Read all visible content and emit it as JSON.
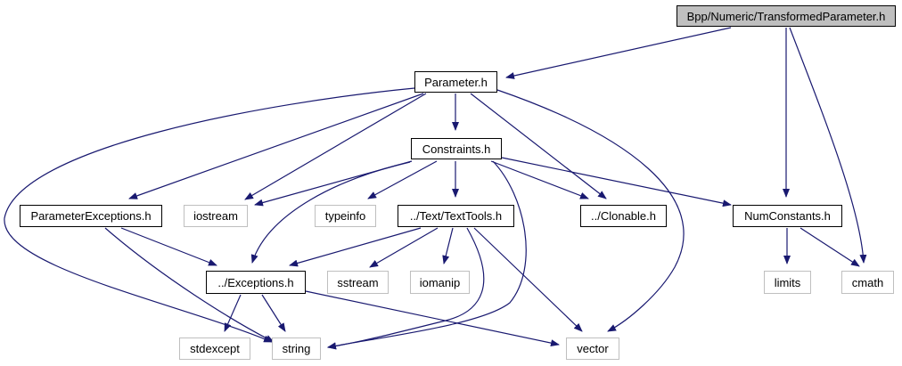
{
  "graph": {
    "title": "Bpp/Numeric/TransformedParameter.h",
    "edge_color": "#191970",
    "nodes": [
      {
        "id": "root",
        "label": "Bpp/Numeric/TransformedParameter.h",
        "kind": "root"
      },
      {
        "id": "parameter",
        "label": "Parameter.h",
        "kind": "proj"
      },
      {
        "id": "constraints",
        "label": "Constraints.h",
        "kind": "proj"
      },
      {
        "id": "paramexc",
        "label": "ParameterExceptions.h",
        "kind": "proj"
      },
      {
        "id": "iostream",
        "label": "iostream",
        "kind": "ext"
      },
      {
        "id": "typeinfo",
        "label": "typeinfo",
        "kind": "ext"
      },
      {
        "id": "texttools",
        "label": "../Text/TextTools.h",
        "kind": "proj"
      },
      {
        "id": "clonable",
        "label": "../Clonable.h",
        "kind": "proj"
      },
      {
        "id": "numconst",
        "label": "NumConstants.h",
        "kind": "proj"
      },
      {
        "id": "exceptions",
        "label": "../Exceptions.h",
        "kind": "proj"
      },
      {
        "id": "sstream",
        "label": "sstream",
        "kind": "ext"
      },
      {
        "id": "iomanip",
        "label": "iomanip",
        "kind": "ext"
      },
      {
        "id": "limits",
        "label": "limits",
        "kind": "ext"
      },
      {
        "id": "cmath",
        "label": "cmath",
        "kind": "ext"
      },
      {
        "id": "stdexcept",
        "label": "stdexcept",
        "kind": "ext"
      },
      {
        "id": "string",
        "label": "string",
        "kind": "ext"
      },
      {
        "id": "vector",
        "label": "vector",
        "kind": "ext"
      }
    ],
    "edges": [
      [
        "root",
        "parameter"
      ],
      [
        "root",
        "numconst"
      ],
      [
        "root",
        "cmath"
      ],
      [
        "parameter",
        "constraints"
      ],
      [
        "parameter",
        "paramexc"
      ],
      [
        "parameter",
        "iostream"
      ],
      [
        "parameter",
        "clonable"
      ],
      [
        "parameter",
        "string"
      ],
      [
        "parameter",
        "vector"
      ],
      [
        "constraints",
        "iostream"
      ],
      [
        "constraints",
        "typeinfo"
      ],
      [
        "constraints",
        "texttools"
      ],
      [
        "constraints",
        "clonable"
      ],
      [
        "constraints",
        "numconst"
      ],
      [
        "constraints",
        "exceptions"
      ],
      [
        "constraints",
        "string"
      ],
      [
        "paramexc",
        "exceptions"
      ],
      [
        "paramexc",
        "string"
      ],
      [
        "texttools",
        "exceptions"
      ],
      [
        "texttools",
        "sstream"
      ],
      [
        "texttools",
        "iomanip"
      ],
      [
        "texttools",
        "string"
      ],
      [
        "texttools",
        "vector"
      ],
      [
        "numconst",
        "limits"
      ],
      [
        "numconst",
        "cmath"
      ],
      [
        "exceptions",
        "stdexcept"
      ],
      [
        "exceptions",
        "string"
      ],
      [
        "exceptions",
        "vector"
      ]
    ]
  }
}
